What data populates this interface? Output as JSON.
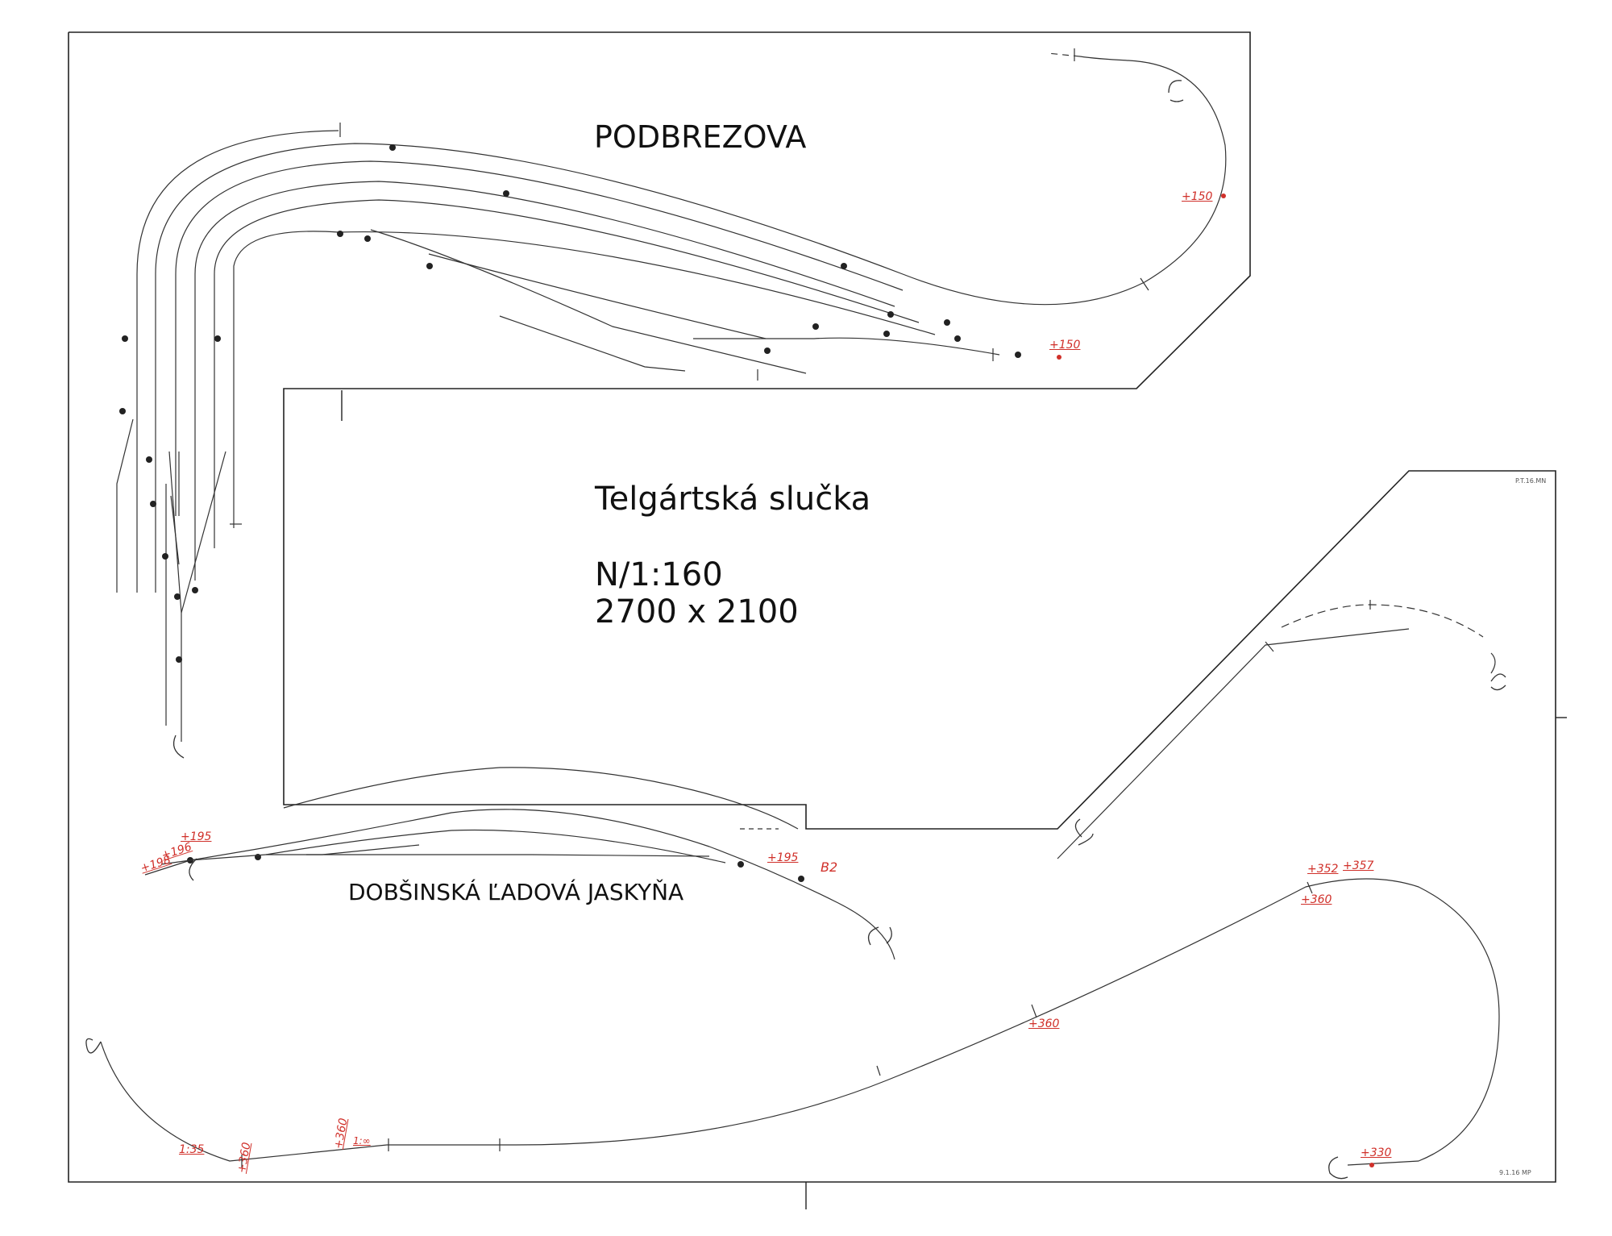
{
  "titles": {
    "station_top": "PODBREZOVA",
    "loop_name": "Telgártská slučka",
    "scale": "N/1:160",
    "dimensions": "2700 x 2100",
    "station_bottom": "DOBŠINSKÁ ĽADOVÁ JASKYŇA"
  },
  "height_marks": {
    "top_loop": "+150",
    "top_exit": "+150",
    "left_198": "+198",
    "left_196": "+196",
    "left_195": "+195",
    "mid_195": "+195",
    "block_b2": "B2",
    "upper_352": "+352",
    "upper_357": "+357",
    "upper_360": "+360",
    "mid_360": "+360",
    "bottom_330": "+330",
    "grade_135": "1:35",
    "grade_inf": "1:∞",
    "bottom_360a": "+360",
    "bottom_360b": "+360"
  },
  "notes": {
    "corner_top": "P.T.16.MN",
    "corner_bottom": "9.1.16 MP"
  },
  "colors": {
    "track": "#333333",
    "outline": "#222222",
    "height_mark": "#d0302a"
  }
}
